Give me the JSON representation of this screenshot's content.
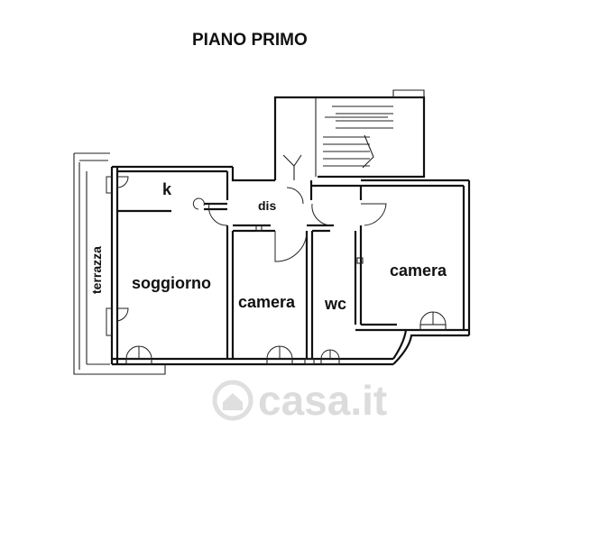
{
  "title": "PIANO PRIMO",
  "rooms": {
    "k": "k",
    "dis": "dis",
    "terrazza": "terrazza",
    "soggiorno": "soggiorno",
    "camera_center": "camera",
    "wc": "wc",
    "camera_right": "camera"
  },
  "watermark": "casa.it"
}
